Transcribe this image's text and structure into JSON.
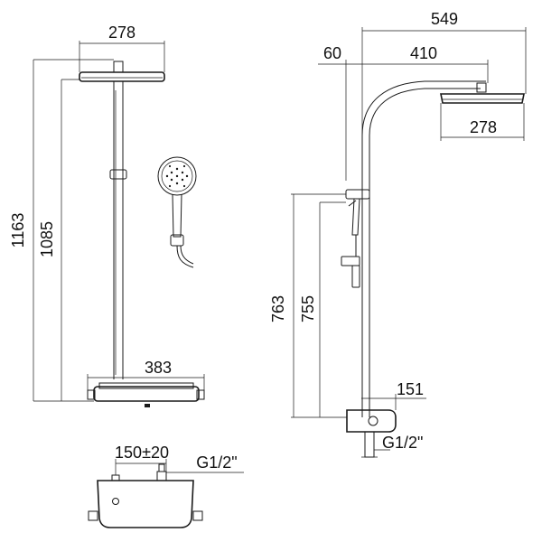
{
  "dimensions": {
    "front_head_width": "278",
    "front_total_height": "1163",
    "front_arm_height": "1085",
    "front_shelf_width": "383",
    "side_total_reach": "549",
    "side_wall_offset": "60",
    "side_arm_reach": "410",
    "side_head_width": "278",
    "side_slider_height_total": "763",
    "side_slider_height": "755",
    "side_mixer_depth": "151",
    "side_connection": "G1/2\"",
    "mixer_spacing": "150±20",
    "mixer_connection": "G1/2\""
  }
}
